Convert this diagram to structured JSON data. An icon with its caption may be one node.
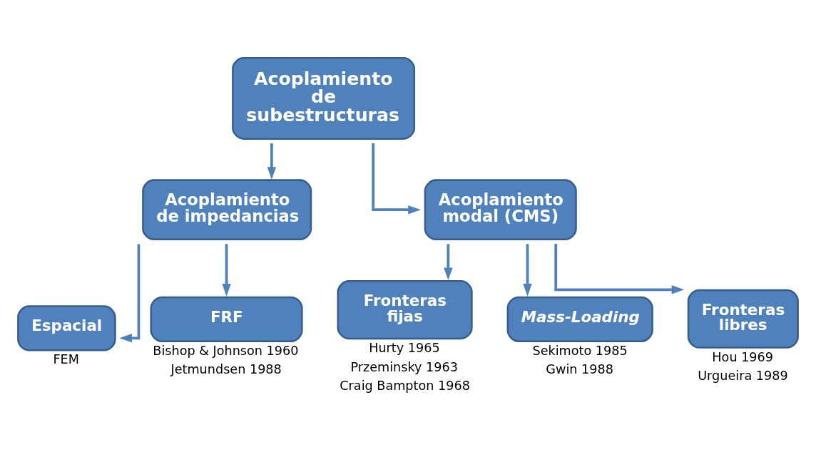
{
  "diagram": {
    "nodes": [
      {
        "text": [
          "Acoplamiento de subestructuras"
        ]
      },
      {
        "text": [
          "Acoplamiento de impedancias"
        ]
      },
      {
        "text": [
          "Acoplamiento modal (CMS)"
        ]
      },
      {
        "text": [
          "Espacial"
        ],
        "beside": [
          "FEM"
        ]
      },
      {
        "text": [
          "FRF"
        ],
        "beside": [
          "Bishop & Johnson 1960",
          "Jetmundsen 1988"
        ]
      },
      {
        "text": [
          "Fronteras fijas"
        ],
        "beside": [
          "Hurty 1965",
          "Przeminsky 1963",
          "Craig Bampton 1968"
        ]
      },
      {
        "text": [
          "Mass-Loading"
        ],
        "beside": [
          "Sekimoto 1985",
          "Gwin 1988"
        ]
      },
      {
        "text": [
          "Fronteras libres"
        ],
        "beside": [
          "Hou 1969",
          "Urgueira 1989"
        ]
      }
    ],
    "edges": [
      {
        "from": 0,
        "to": 1,
        "arrow": "to"
      },
      {
        "from": 0,
        "to": 2,
        "arrow": "to"
      },
      {
        "from": 1,
        "to": 3,
        "arrow": "to"
      },
      {
        "from": 1,
        "to": 4,
        "arrow": "to"
      },
      {
        "from": 2,
        "to": 5,
        "arrow": "to"
      },
      {
        "from": 2,
        "to": 6,
        "arrow": "to"
      },
      {
        "from": 2,
        "to": 7,
        "arrow": "to"
      }
    ]
  }
}
